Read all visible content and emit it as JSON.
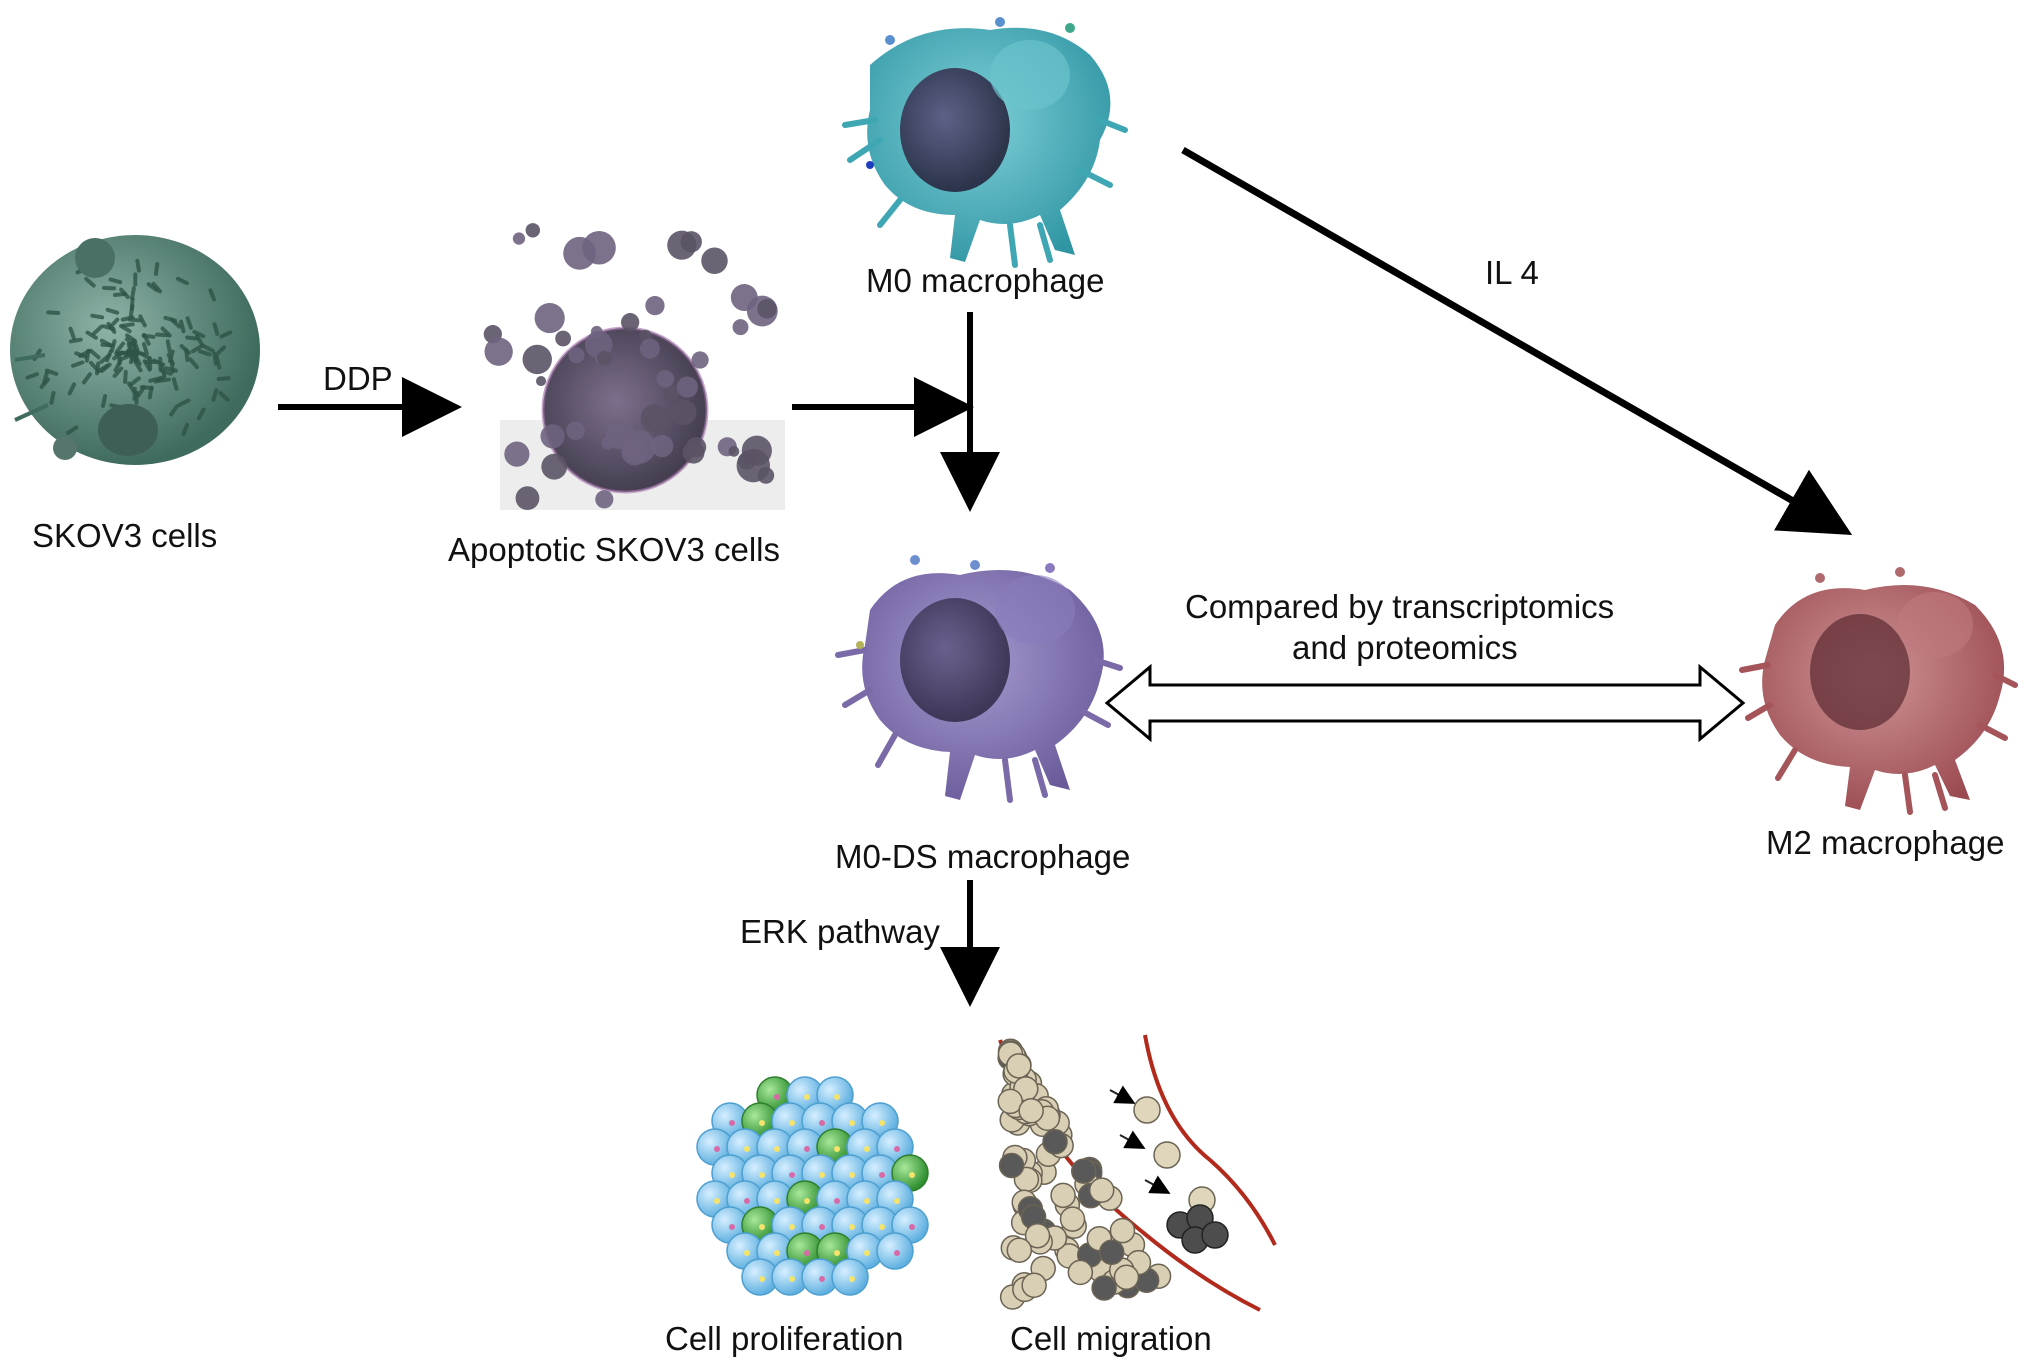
{
  "nodes": {
    "skov3": {
      "label": "SKOV3 cells",
      "color": "#4f7a6d"
    },
    "apoptotic": {
      "label": "Apoptotic SKOV3 cells",
      "color": "#5c5566"
    },
    "m0": {
      "label": "M0 macrophage",
      "color": "#3fa7b3"
    },
    "m0ds": {
      "label": "M0-DS macrophage",
      "color": "#7a6aa8"
    },
    "m2": {
      "label": "M2 macrophage",
      "color": "#a5555a"
    },
    "proliferation": {
      "label": "Cell proliferation",
      "color": "#7dc3e8",
      "accent": "#3aa33a"
    },
    "migration": {
      "label": "Cell migration",
      "color": "#d9cfb4",
      "accent": "#555555",
      "vessel": "#b22a1c"
    }
  },
  "edges": {
    "ddp": {
      "label": "DDP"
    },
    "il4": {
      "label": "IL 4"
    },
    "erk": {
      "label": "ERK pathway"
    },
    "compare": {
      "line1": "Compared by transcriptomics",
      "line2": "and proteomics"
    }
  }
}
